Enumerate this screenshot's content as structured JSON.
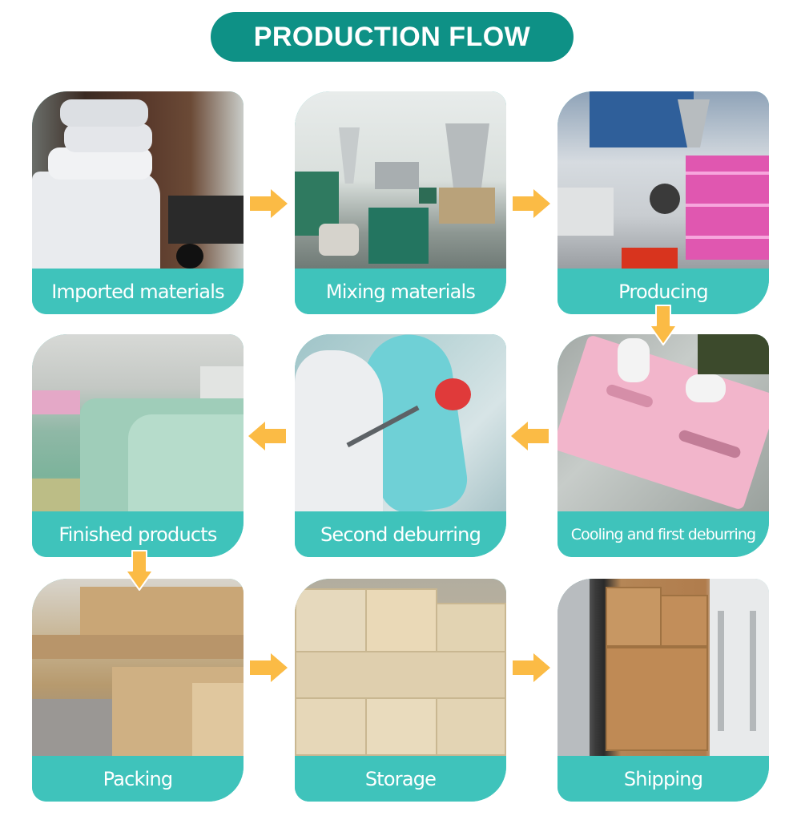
{
  "header": {
    "title": "PRODUCTION FLOW"
  },
  "colors": {
    "title_bg": "#0e9186",
    "label_bg": "#3fc3bb",
    "arrow": "#fbbb45",
    "text": "#ffffff"
  },
  "steps": [
    {
      "label": "Imported materials",
      "photo": "Sacks of plastic raw material being unloaded from a container truck"
    },
    {
      "label": "Mixing materials",
      "photo": "Green mixing machines with stainless steel hoppers in a factory"
    },
    {
      "label": "Producing",
      "photo": "Blow-molding machine line with pink panels stacked on a rack"
    },
    {
      "label": "Cooling and first deburring",
      "photo": "Gloved hands trimming a pink molded play-fence panel"
    },
    {
      "label": "Second deburring",
      "photo": "Gloved hand trimming plastic flash from a light blue part with a knife"
    },
    {
      "label": "Finished products",
      "photo": "Warehouse full of bagged green and pink plastic panels"
    },
    {
      "label": "Packing",
      "photo": "Rows of open cardboard cartons being packed"
    },
    {
      "label": "Storage",
      "photo": "Stacked sealed cardboard boxes in storage"
    },
    {
      "label": "Shipping",
      "photo": "Cardboard boxes loaded inside a shipping container"
    }
  ],
  "arrows": [
    {
      "from": "Imported materials",
      "to": "Mixing materials",
      "direction": "right"
    },
    {
      "from": "Mixing materials",
      "to": "Producing",
      "direction": "right"
    },
    {
      "from": "Producing",
      "to": "Cooling and first deburring",
      "direction": "down"
    },
    {
      "from": "Cooling and first deburring",
      "to": "Second deburring",
      "direction": "left"
    },
    {
      "from": "Second deburring",
      "to": "Finished products",
      "direction": "left"
    },
    {
      "from": "Finished products",
      "to": "Packing",
      "direction": "down"
    },
    {
      "from": "Packing",
      "to": "Storage",
      "direction": "right"
    },
    {
      "from": "Storage",
      "to": "Shipping",
      "direction": "right"
    }
  ]
}
